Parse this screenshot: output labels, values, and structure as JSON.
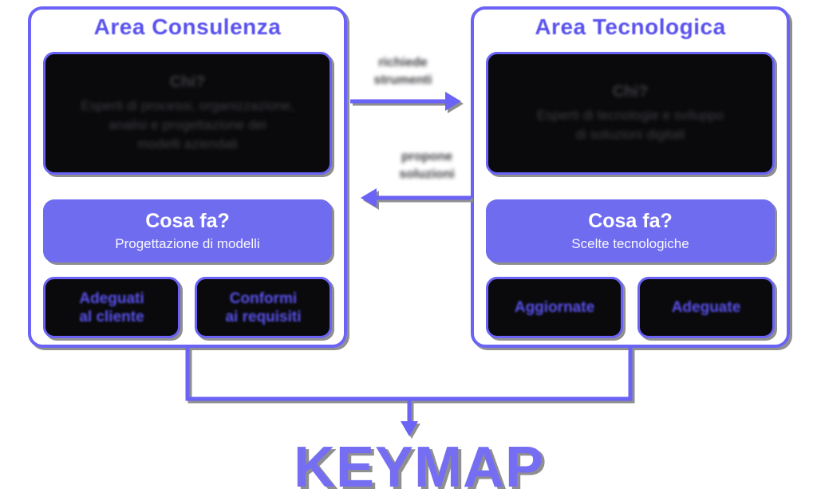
{
  "theme": {
    "accent": "#6a63f6",
    "accent-deep": "#5a52ee",
    "bar-fill": "#6f6cf0",
    "box-fill": "#0a0a0c",
    "muted-ink": "#3e3e44",
    "shadow": "#8f8f8f",
    "brand-fill": "#756ef3",
    "bg": "#ffffff"
  },
  "areas": {
    "left": {
      "title": "Area Consulenza",
      "who": {
        "heading": "Chi?",
        "lines": [
          "Esperti di processi, organizzazione,",
          "analisi e progettazione dei",
          "modelli aziendali"
        ]
      },
      "what": {
        "heading": "Cosa fa?",
        "subtitle": "Progettazione di modelli"
      },
      "tags": [
        {
          "lines": [
            "Adeguati",
            "al cliente"
          ]
        },
        {
          "lines": [
            "Conformi",
            "ai requisiti"
          ]
        }
      ]
    },
    "right": {
      "title": "Area Tecnologica",
      "who": {
        "heading": "Chi?",
        "lines": [
          "Esperti di tecnologie e sviluppo",
          "di soluzioni digitali"
        ]
      },
      "what": {
        "heading": "Cosa fa?",
        "subtitle": "Scelte tecnologiche"
      },
      "tags": [
        {
          "lines": [
            "Aggiornate"
          ]
        },
        {
          "lines": [
            "Adeguate"
          ]
        }
      ]
    }
  },
  "arrows": {
    "to_right": {
      "label_lines": [
        "richiede",
        "strumenti"
      ]
    },
    "to_left": {
      "label_lines": [
        "propone",
        "soluzioni"
      ]
    }
  },
  "footer": {
    "brand": "KEYMAP"
  }
}
